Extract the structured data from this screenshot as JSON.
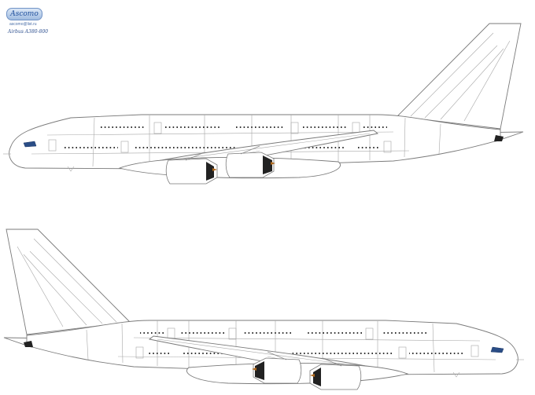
{
  "logo": {
    "brand": "Ascomo",
    "email": "ascomo@list.ru",
    "model": "Airbus A380-800"
  },
  "colors": {
    "line": "#8b8b8b",
    "window": "#333333",
    "background": "#ffffff",
    "logo_blue": "#2d4f8f"
  },
  "views": [
    {
      "name": "left-side-view",
      "facing": "left"
    },
    {
      "name": "right-side-view",
      "facing": "right"
    }
  ]
}
